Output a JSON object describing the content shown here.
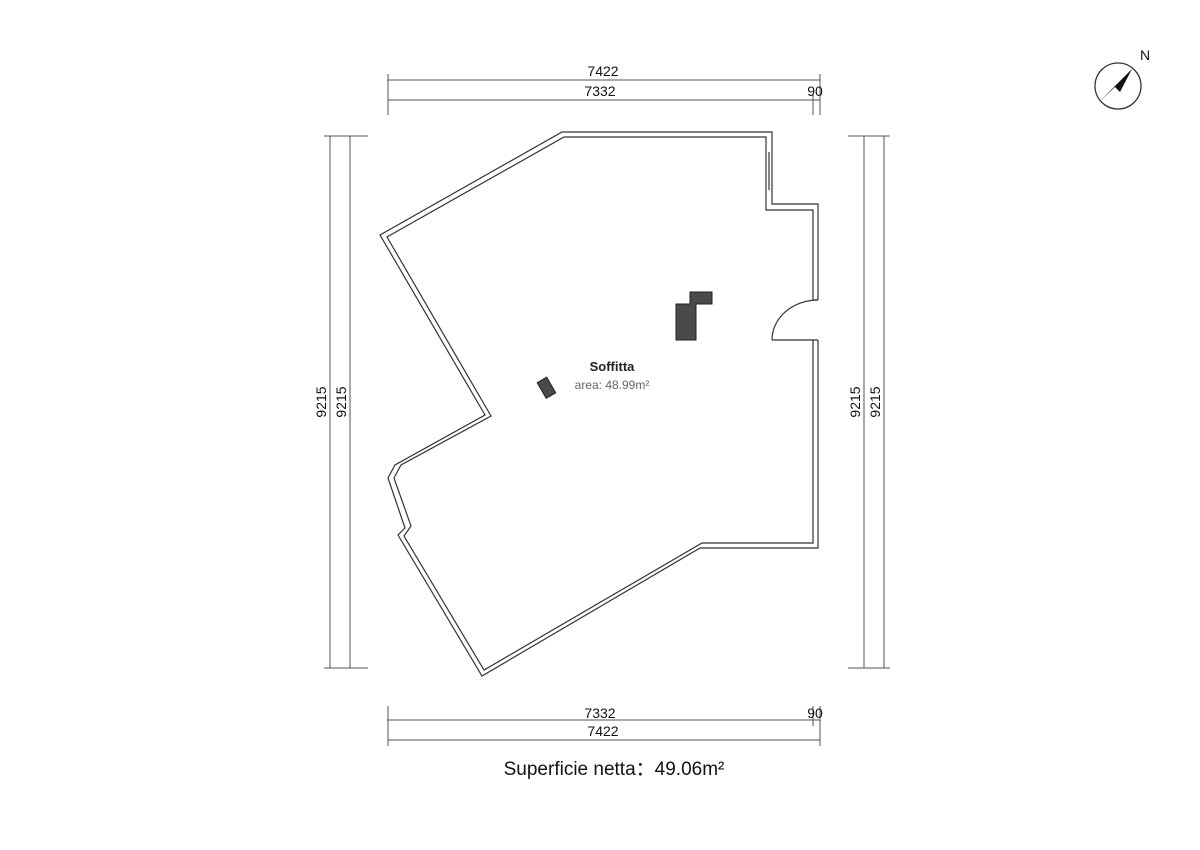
{
  "dimensions": {
    "top_total": "7422",
    "top_main": "7332",
    "top_extra": "90",
    "bottom_main": "7332",
    "bottom_extra": "90",
    "bottom_total": "7422",
    "left_outer": "9215",
    "left_inner": "9215",
    "right_inner": "9215",
    "right_outer": "9215"
  },
  "room": {
    "name": "Soffitta",
    "area_label": "area: 48.99m²"
  },
  "summary": {
    "net_area": "Superficie netta：49.06m²"
  },
  "compass": {
    "label": "N",
    "icon": "north-arrow-icon"
  }
}
